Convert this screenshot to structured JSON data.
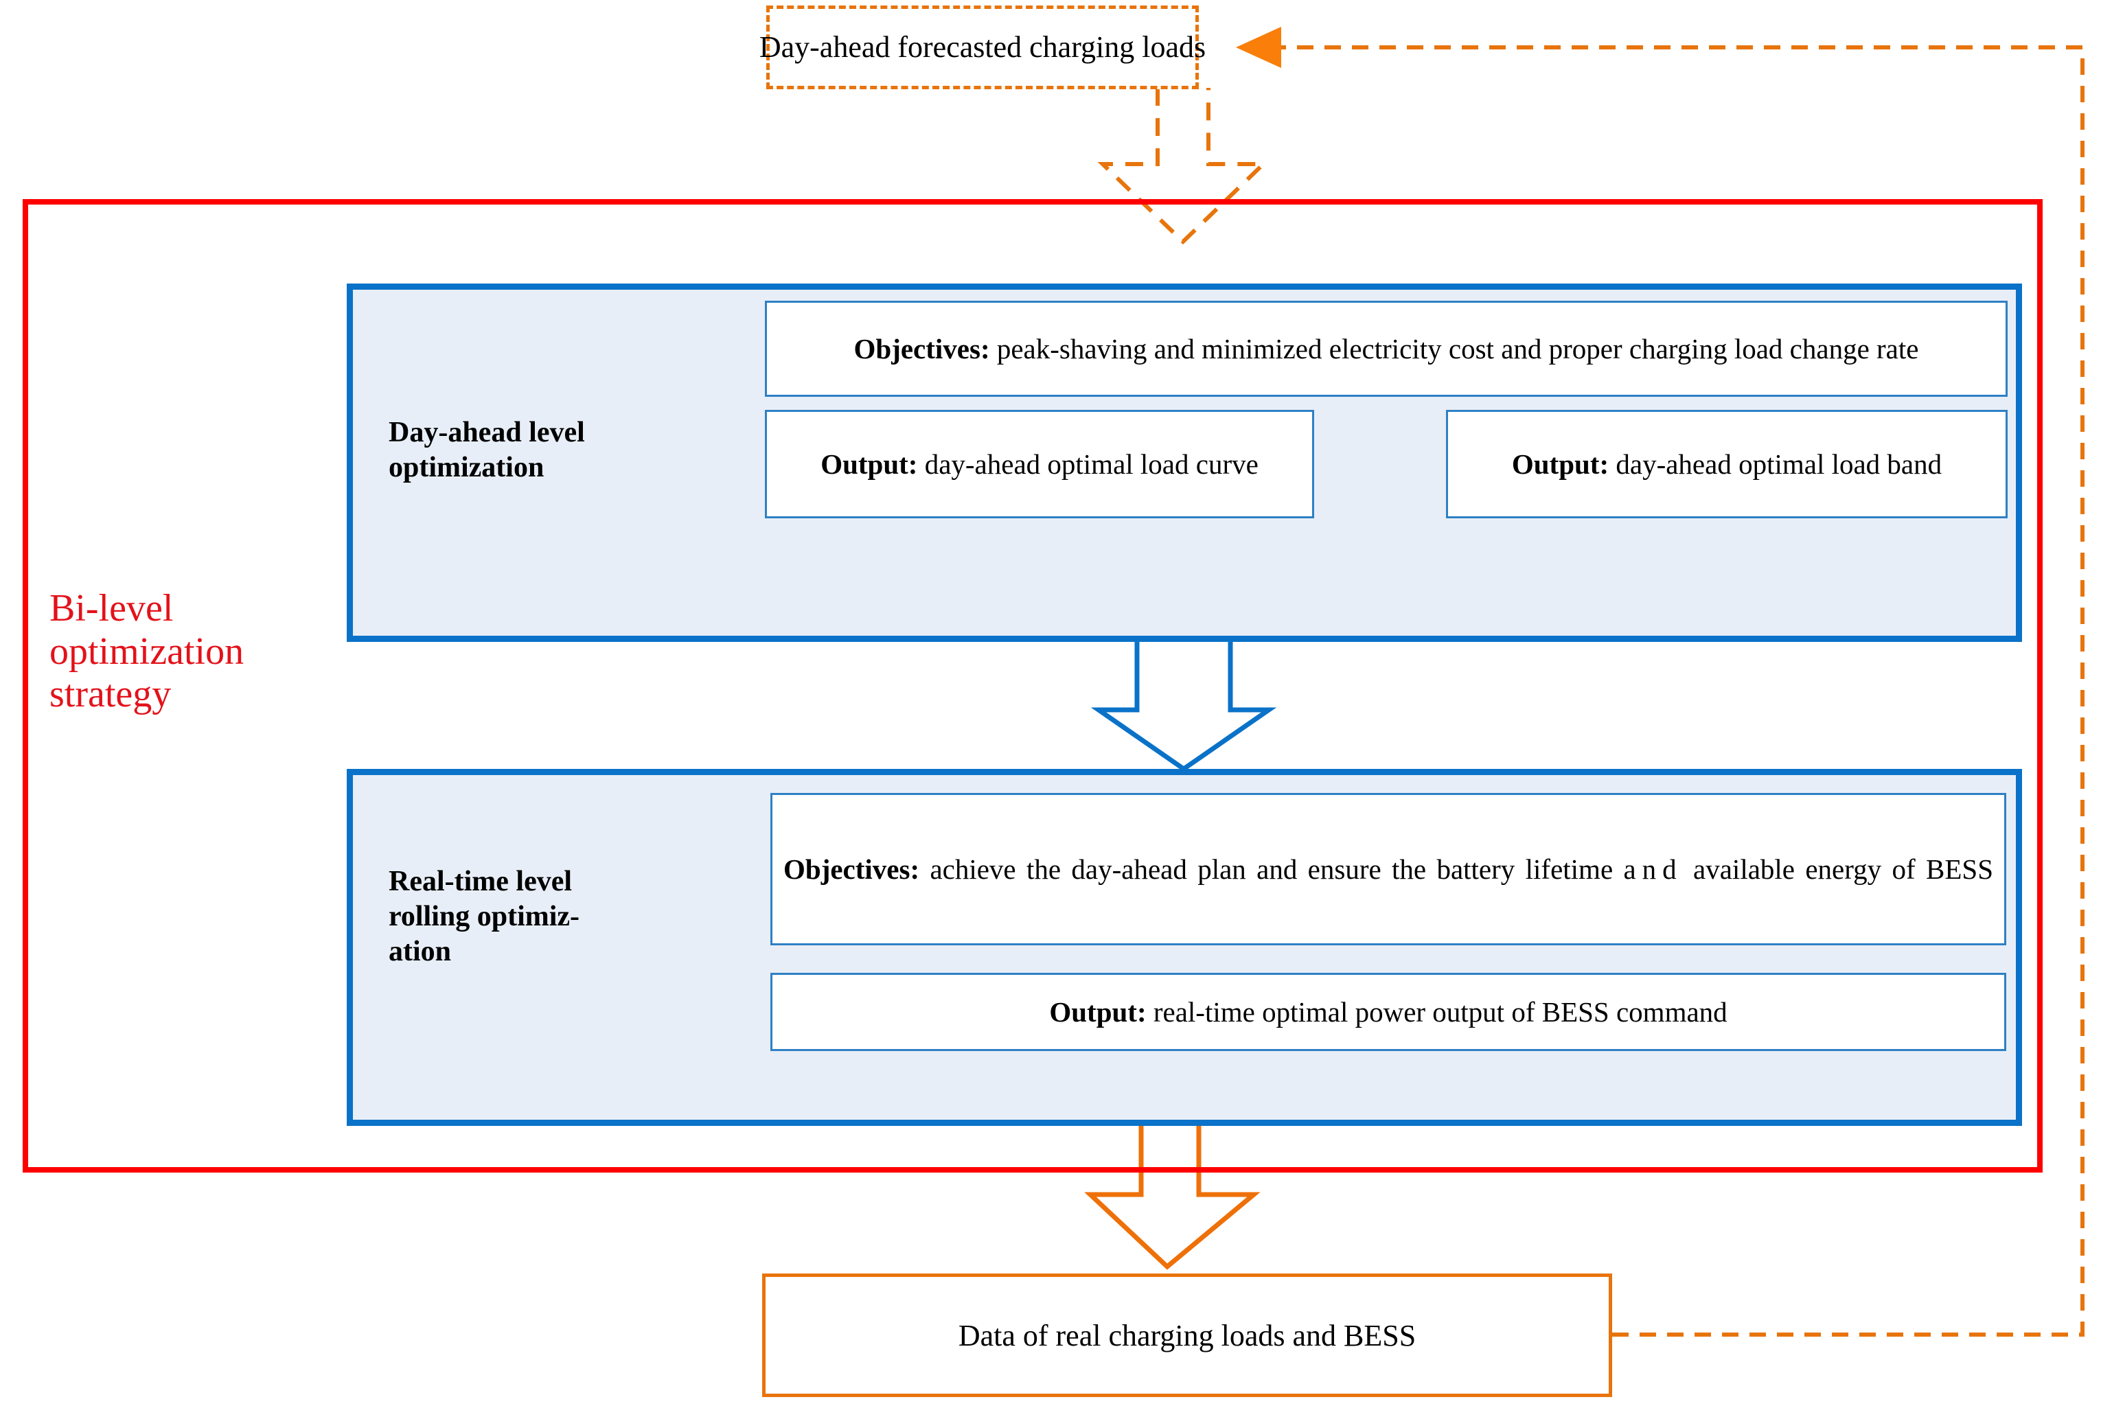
{
  "diagram": {
    "title": "Bi-level optimization strategy flowchart",
    "strategy_label": "Bi-level\noptimization\nstrategy",
    "strategy_label_lines": [
      "Bi-level",
      "optimization",
      "strategy"
    ]
  },
  "colors": {
    "red_border": "#FF0000",
    "red_text": "#E3121A",
    "orange": "#E8740C",
    "blue_border": "#0A72C8",
    "blue_inner_border": "#2E80C4",
    "blue_fill": "#E8EEF7",
    "text": "#000000",
    "background": "#FFFFFF"
  },
  "top_box": {
    "label": "Day-ahead forecasted charging loads",
    "style": "dashed-orange"
  },
  "bottom_box": {
    "label": "Data of real charging loads and BESS",
    "style": "solid-orange"
  },
  "levels": [
    {
      "id": "day-ahead",
      "title_lines": [
        "Day-ahead level",
        "optimization"
      ],
      "boxes": [
        {
          "id": "objectives-day-ahead",
          "lead": "Objectives:",
          "text": " peak-shaving and minimized electricity cost and proper charging load change rate"
        },
        {
          "id": "output-load-curve",
          "lead": "Output:",
          "text": " day-ahead optimal load curve"
        },
        {
          "id": "output-load-band",
          "lead": "Output:",
          "text": " day-ahead optimal load band"
        }
      ]
    },
    {
      "id": "real-time",
      "title_lines": [
        "Real-time level",
        "rolling optimiz-",
        "ation"
      ],
      "boxes": [
        {
          "id": "objectives-real-time",
          "lead": "Objectives:",
          "text_part1": " achieve the day-ahead plan and ensure the battery lifetime ",
          "text_spaced": "and",
          "text_part2": " available energy of BESS"
        },
        {
          "id": "output-bess-command",
          "lead": "Output:",
          "text": " real-time optimal power output of BESS command"
        }
      ]
    }
  ],
  "connectors": [
    {
      "id": "forecast-to-dayahead",
      "style": "dashed-orange-block-arrow",
      "direction": "down",
      "from": "top_box",
      "to": "day-ahead level"
    },
    {
      "id": "curve-to-band",
      "style": "blue-block-arrow",
      "direction": "right",
      "from": "output-load-curve",
      "to": "output-load-band"
    },
    {
      "id": "dayahead-to-realtime",
      "style": "blue-block-arrow",
      "direction": "down",
      "from": "day-ahead level",
      "to": "real-time level"
    },
    {
      "id": "realtime-to-data",
      "style": "orange-block-arrow",
      "direction": "down",
      "from": "real-time level",
      "to": "bottom_box"
    },
    {
      "id": "data-feedback-to-forecast",
      "style": "dashed-orange-line-arrow",
      "direction": "left",
      "from": "bottom_box",
      "to": "top_box"
    }
  ]
}
